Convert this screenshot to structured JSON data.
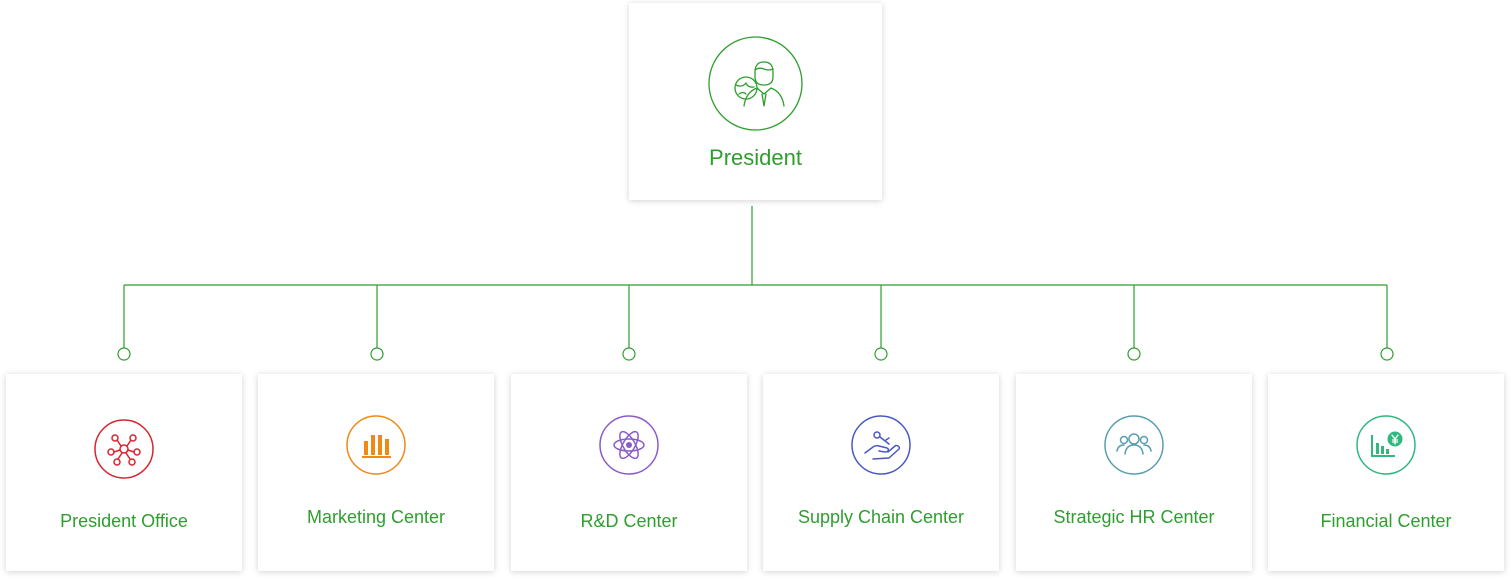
{
  "colors": {
    "accent_green": "#2e9e2e",
    "line_green": "#2e9e2e",
    "office_red": "#d9232e",
    "marketing_orange": "#ef8a12",
    "rd_purple": "#8a5cc9",
    "supply_blue": "#4a58c4",
    "hr_teal": "#5a9eb0",
    "finance_green": "#2fb880"
  },
  "top": {
    "label": "President",
    "icon": "businessman-icon"
  },
  "children": [
    {
      "label": "President Office",
      "icon": "network-hub-icon"
    },
    {
      "label": "Marketing Center",
      "icon": "bar-chart-icon"
    },
    {
      "label": "R&D Center",
      "icon": "atom-icon"
    },
    {
      "label": "Supply Chain Center",
      "icon": "hand-gear-icon"
    },
    {
      "label": "Strategic HR Center",
      "icon": "people-group-icon"
    },
    {
      "label": "Financial Center",
      "icon": "finance-chart-yen-icon"
    }
  ]
}
